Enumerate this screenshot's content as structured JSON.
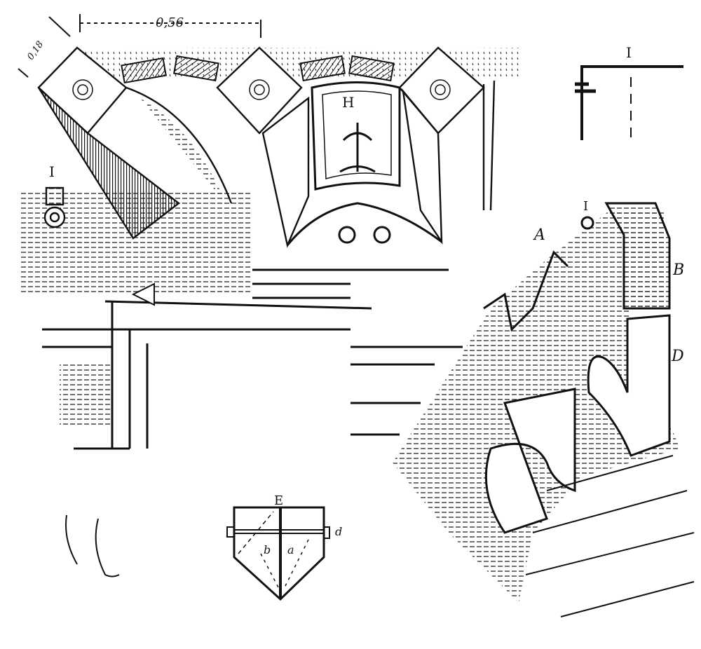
{
  "figure": {
    "dimensions": {
      "width_label": "0,56",
      "depth_label": "0,18"
    },
    "labels": {
      "section_I_top": "I",
      "section_I_left": "I",
      "section_I_mid": "I",
      "panel_H": "H",
      "A": "A",
      "B": "B",
      "D": "D",
      "plan_E": "E",
      "a": "a",
      "b": "b",
      "d": "d"
    },
    "colors": {
      "ink": "#111111",
      "paper": "#ffffff"
    }
  }
}
